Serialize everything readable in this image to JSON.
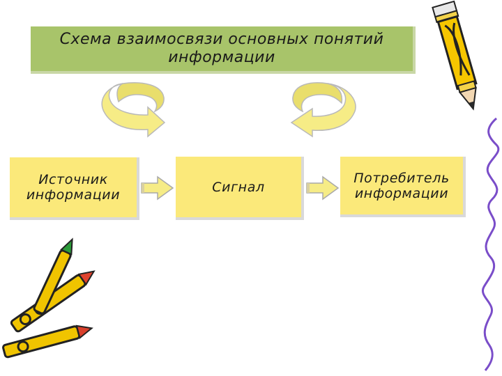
{
  "title": {
    "line1": "Схема взаимосвязи основных понятий",
    "line2": "информации"
  },
  "nodes": {
    "source": {
      "line1": "Источник",
      "line2": "информации"
    },
    "signal": {
      "line1": "Сигнал"
    },
    "consumer": {
      "line1": "Потребитель",
      "line2": "информации"
    }
  },
  "colors": {
    "title_fill": "#a8c46a",
    "node_fill": "#fbe97a",
    "arrow_fill": "#f6ec86"
  },
  "icons": [
    "pencil-icon",
    "crayons-icon"
  ]
}
